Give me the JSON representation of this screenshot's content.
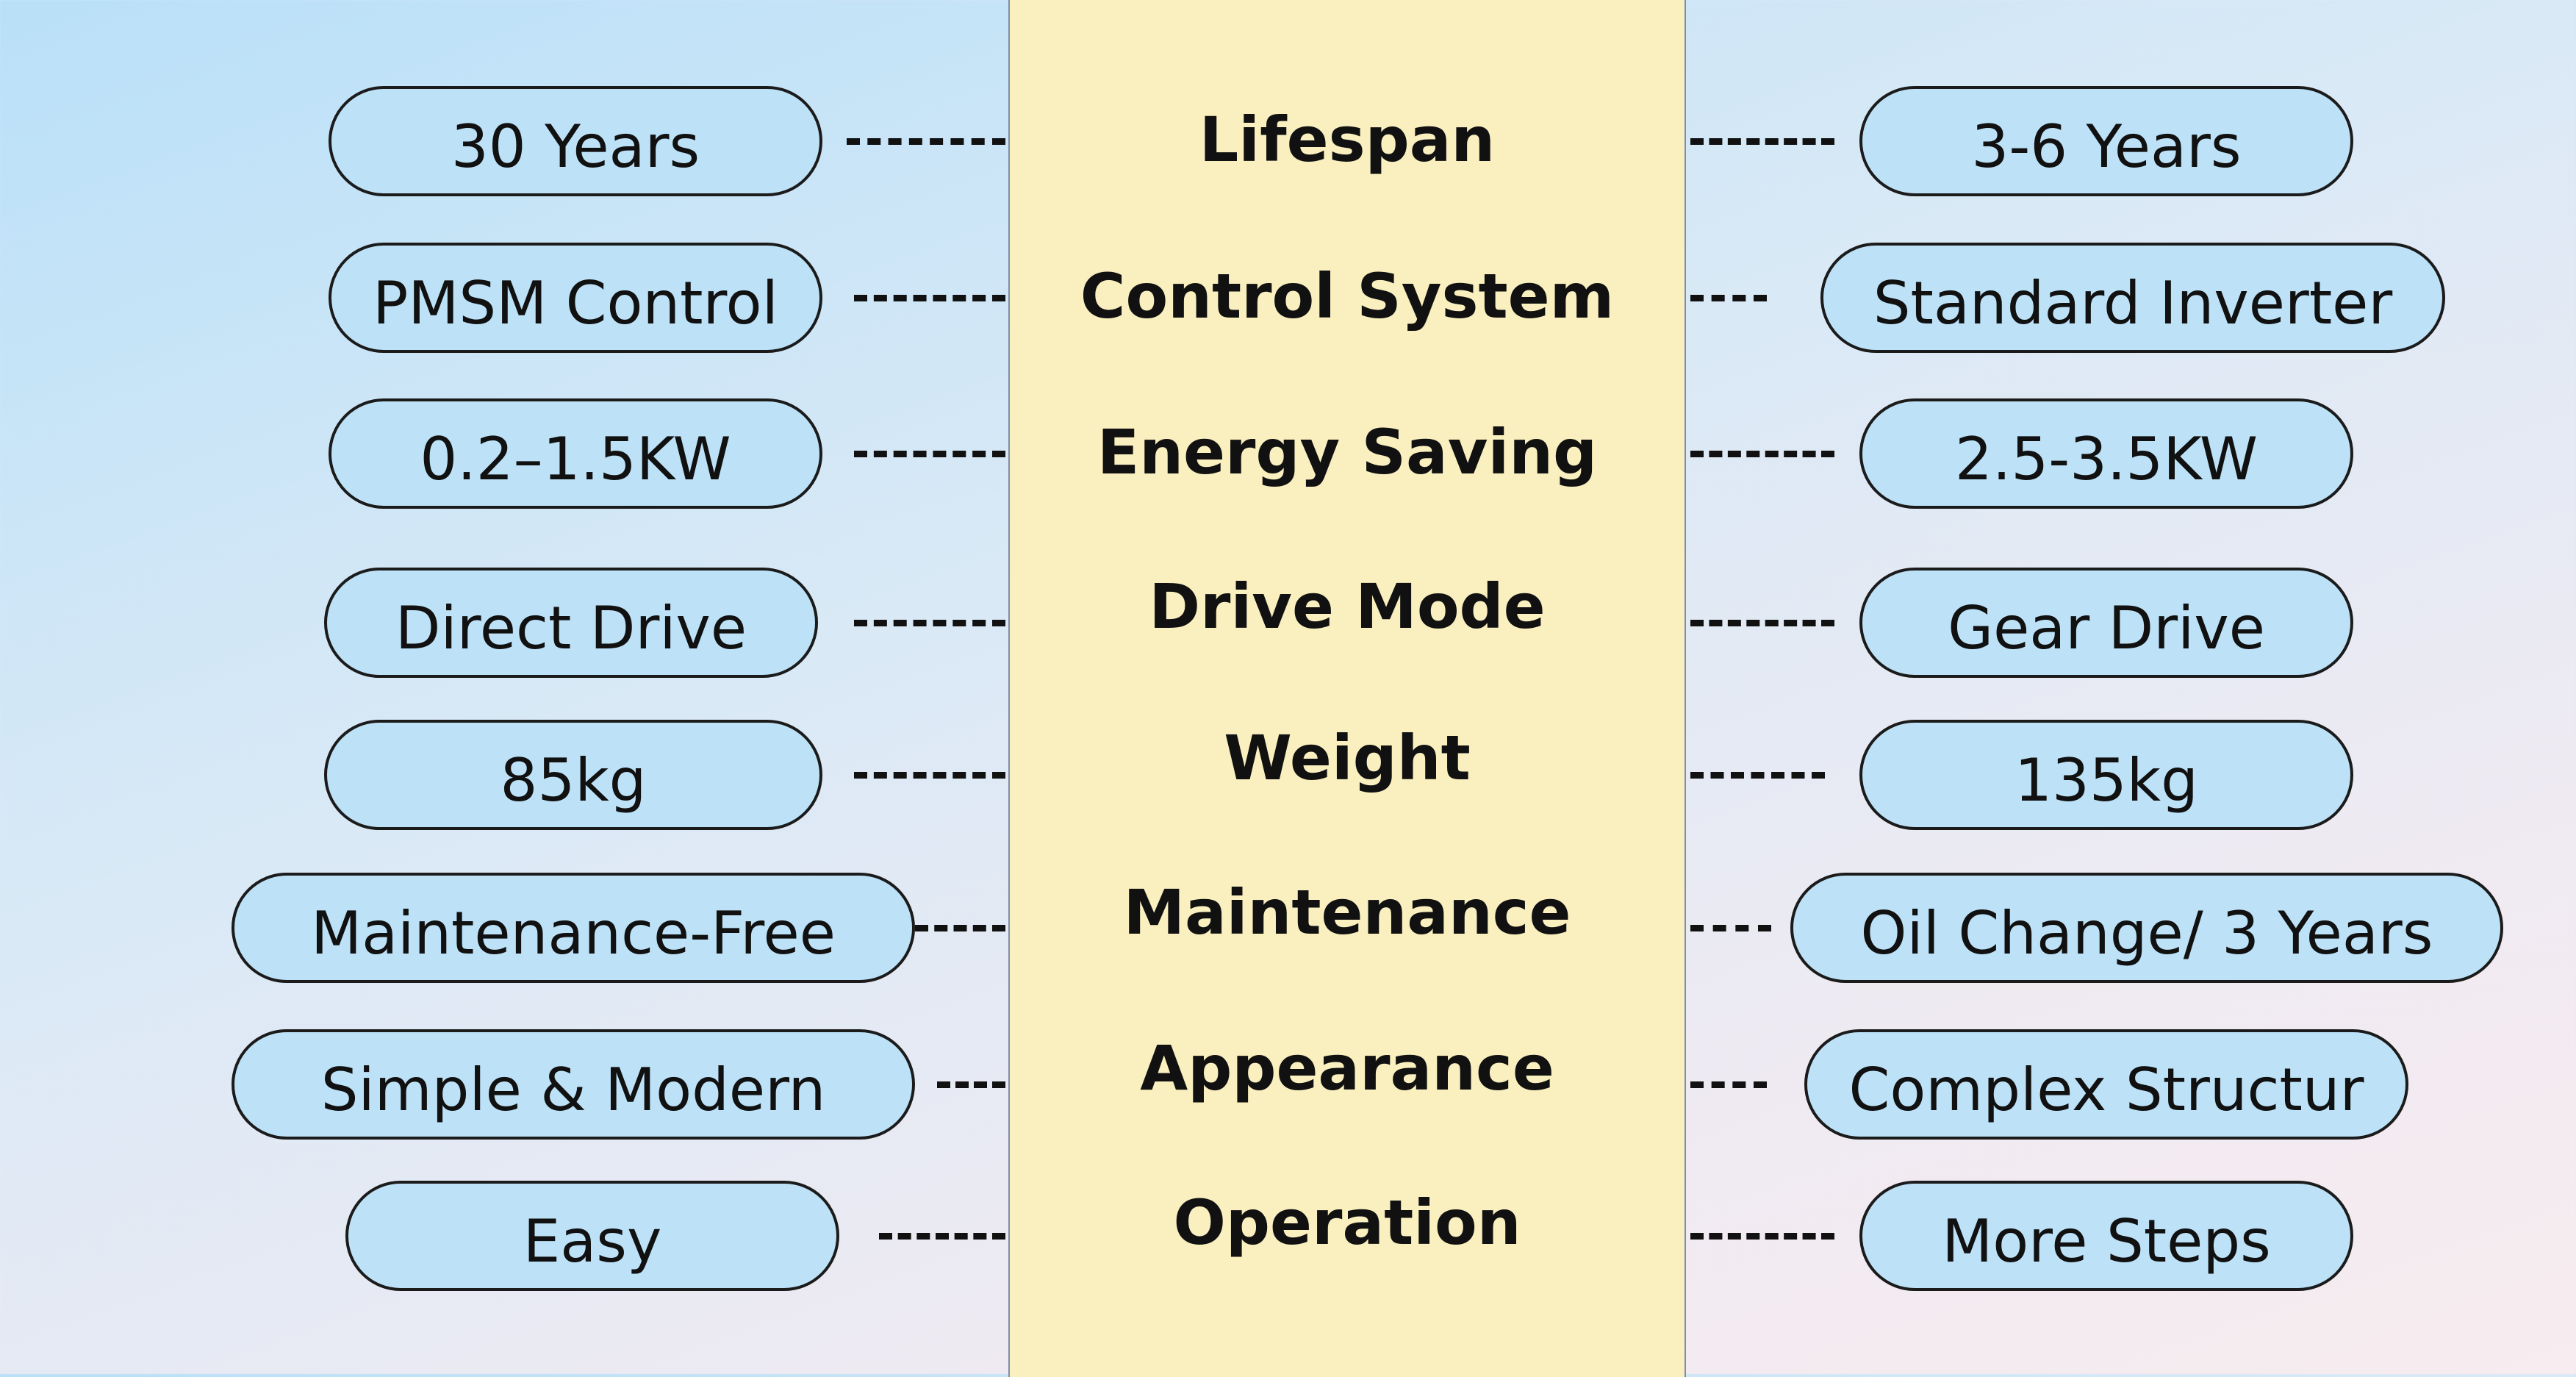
{
  "rows": [
    {
      "label": "Lifespan",
      "left": "30 Years",
      "right": "3-6 Years"
    },
    {
      "label": "Control System",
      "left": "PMSM Control",
      "right": "Standard Inverter"
    },
    {
      "label": "Energy Saving",
      "left": "0.2–1.5KW",
      "right": "2.5-3.5KW"
    },
    {
      "label": "Drive Mode",
      "left": "Direct Drive",
      "right": "Gear Drive"
    },
    {
      "label": "Weight",
      "left": "85kg",
      "right": "135kg"
    },
    {
      "label": "Maintenance",
      "left": "Maintenance-Free",
      "right": "Oil Change/ 3 Years"
    },
    {
      "label": "Appearance",
      "left": "Simple & Modern",
      "right": "Complex Structur"
    },
    {
      "label": "Operation",
      "left": "Easy",
      "right": "More Steps"
    }
  ],
  "colors": {
    "center_panel": "#f9efbf",
    "pill_fill": "#bde2f8",
    "pill_border": "#1b1b1b",
    "text": "#111111"
  }
}
